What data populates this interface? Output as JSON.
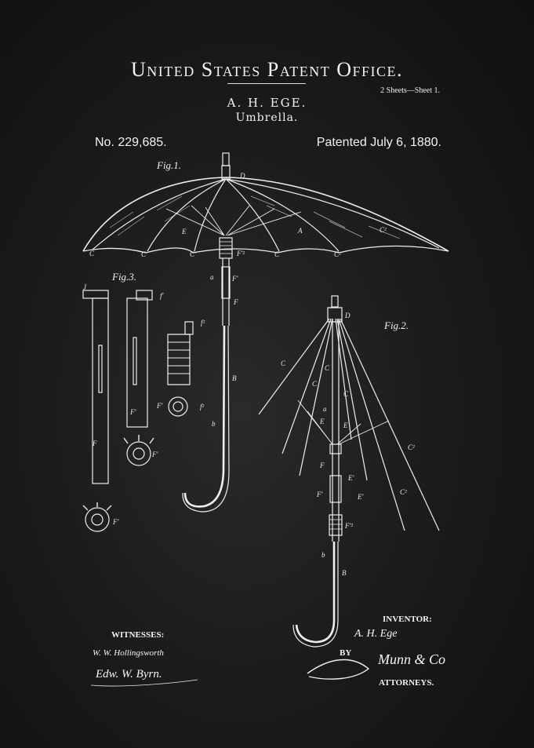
{
  "header": {
    "office": "United States Patent Office.",
    "sheets": "2 Sheets—Sheet 1.",
    "inventor_name": "A. H. EGE.",
    "invention": "Umbrella.",
    "patent_number": "No. 229,685.",
    "patent_date": "Patented July 6, 1880."
  },
  "figures": {
    "fig1": "Fig.1.",
    "fig2": "Fig.2.",
    "fig3": "Fig.3."
  },
  "footer": {
    "witnesses_label": "WITNESSES:",
    "witness_1": "W. W. Hollingsworth",
    "witness_2": "Edw. W. Byrn.",
    "inventor_label": "INVENTOR:",
    "inventor_signature": "A. H. Ege",
    "by_label": "BY",
    "attorney_signature": "Munn & Co",
    "attorneys_label": "ATTORNEYS."
  },
  "colors": {
    "background": "#1c1c1c",
    "ink": "#f2f2f2"
  }
}
